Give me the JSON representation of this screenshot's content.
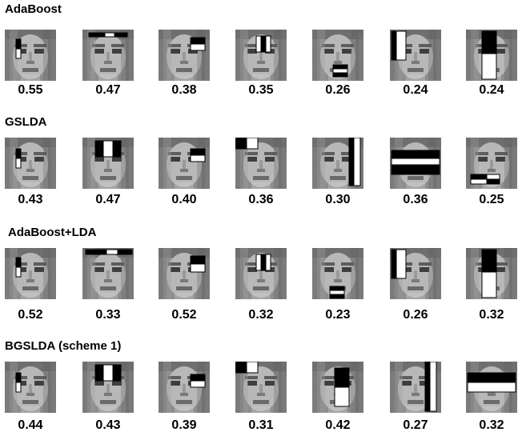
{
  "figure": {
    "sections": [
      {
        "title": "AdaBoost",
        "values": [
          "0.55",
          "0.47",
          "0.38",
          "0.35",
          "0.26",
          "0.24",
          "0.24"
        ]
      },
      {
        "title": "GSLDA",
        "values": [
          "0.43",
          "0.47",
          "0.40",
          "0.36",
          "0.30",
          "0.36",
          "0.25"
        ]
      },
      {
        "title": "AdaBoost+LDA",
        "values": [
          "0.52",
          "0.33",
          "0.52",
          "0.32",
          "0.23",
          "0.26",
          "0.32"
        ]
      },
      {
        "title": "BGSLDA (scheme 1)",
        "values": [
          "0.44",
          "0.43",
          "0.39",
          "0.31",
          "0.42",
          "0.27",
          "0.32"
        ]
      }
    ]
  }
}
